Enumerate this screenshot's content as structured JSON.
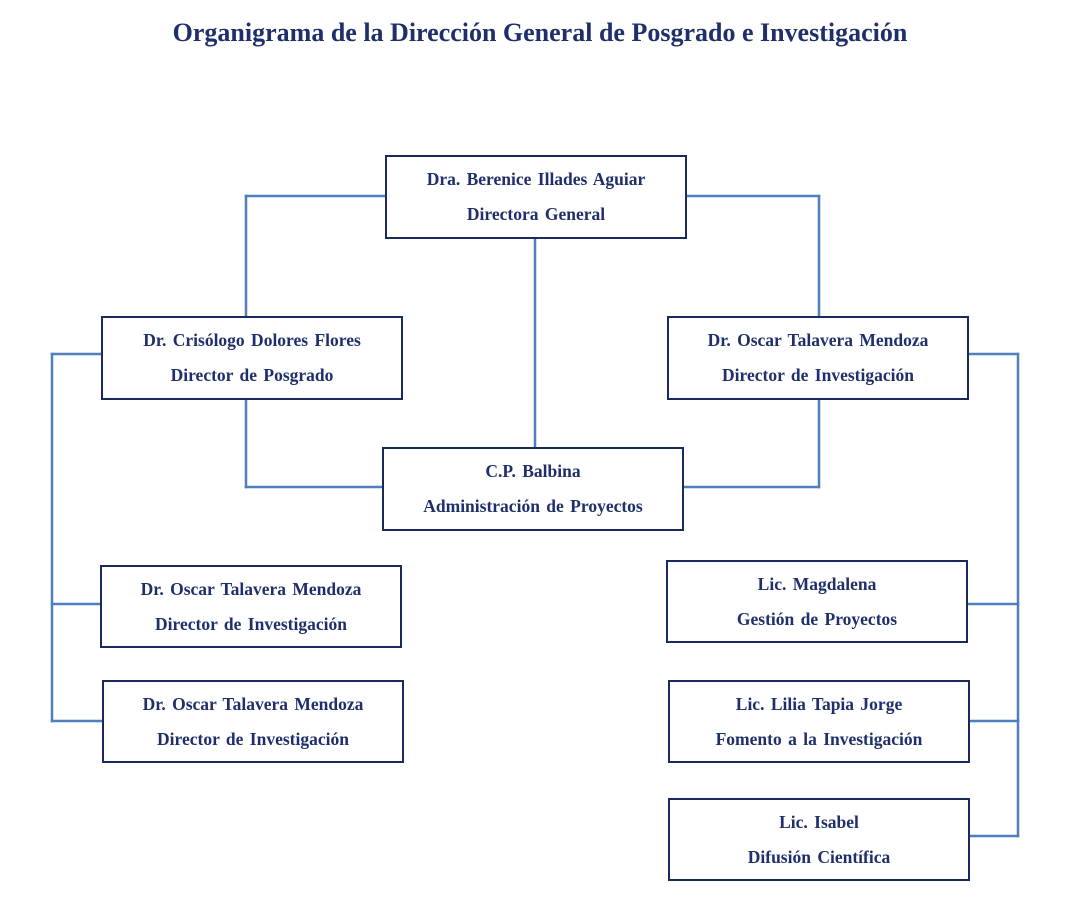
{
  "title": "Organigrama de la Dirección General de Posgrado e Investigación",
  "nodes": {
    "director_general": {
      "name": "Dra. Berenice Illades Aguiar",
      "role": "Directora General"
    },
    "posgrado": {
      "name": "Dr. Crisólogo Dolores Flores",
      "role": "Director de Posgrado"
    },
    "investigacion": {
      "name": "Dr. Oscar Talavera Mendoza",
      "role": "Director de Investigación"
    },
    "administracion": {
      "name": "C.P. Balbina",
      "role": "Administración de Proyectos"
    },
    "posgrado_sub_1": {
      "name": "Dr. Oscar Talavera Mendoza",
      "role": "Director de Investigación"
    },
    "posgrado_sub_2": {
      "name": "Dr. Oscar Talavera Mendoza",
      "role": "Director de Investigación"
    },
    "gestion": {
      "name": "Lic. Magdalena",
      "role": "Gestión de Proyectos"
    },
    "fomento": {
      "name": "Lic. Lilia Tapia Jorge",
      "role": "Fomento a la Investigación"
    },
    "difusion": {
      "name": "Lic. Isabel",
      "role": "Difusión Científica"
    }
  },
  "colors": {
    "text": "#1f2f6b",
    "box_border": "#1a2a5c",
    "connector": "#4f7fbd"
  }
}
